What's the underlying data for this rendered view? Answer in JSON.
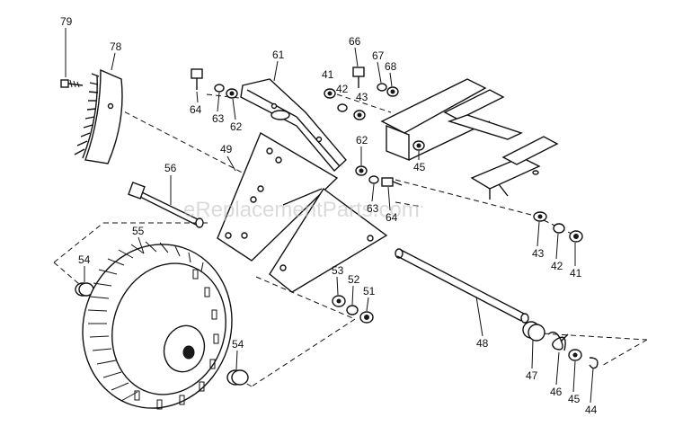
{
  "watermark": "eReplacementParts.com",
  "callouts": {
    "p79": "79",
    "p78": "78",
    "p61": "61",
    "p66": "66",
    "p67": "67",
    "p68": "68",
    "p41a": "41",
    "p42a": "42",
    "p43a": "43",
    "p64a": "64",
    "p63a": "63",
    "p62a": "62",
    "p49": "49",
    "p62b": "62",
    "p45a": "45",
    "p63b": "63",
    "p64b": "64",
    "p56": "56",
    "p55": "55",
    "p54a": "54",
    "p53": "53",
    "p52": "52",
    "p51": "51",
    "p43b": "43",
    "p42b": "42",
    "p41b": "41",
    "p54b": "54",
    "p48": "48",
    "p47": "47",
    "p46": "46",
    "p45b": "45",
    "p44": "44"
  }
}
